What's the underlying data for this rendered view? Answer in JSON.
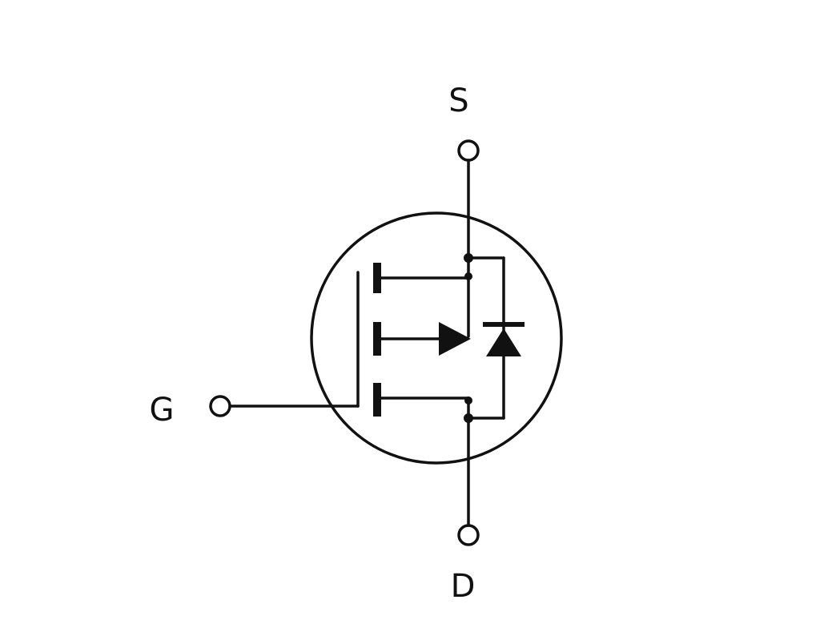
{
  "symbol": {
    "terminals": {
      "source": "S",
      "gate": "G",
      "drain": "D"
    },
    "stroke_color": "#111111",
    "background_color": "#ffffff"
  }
}
